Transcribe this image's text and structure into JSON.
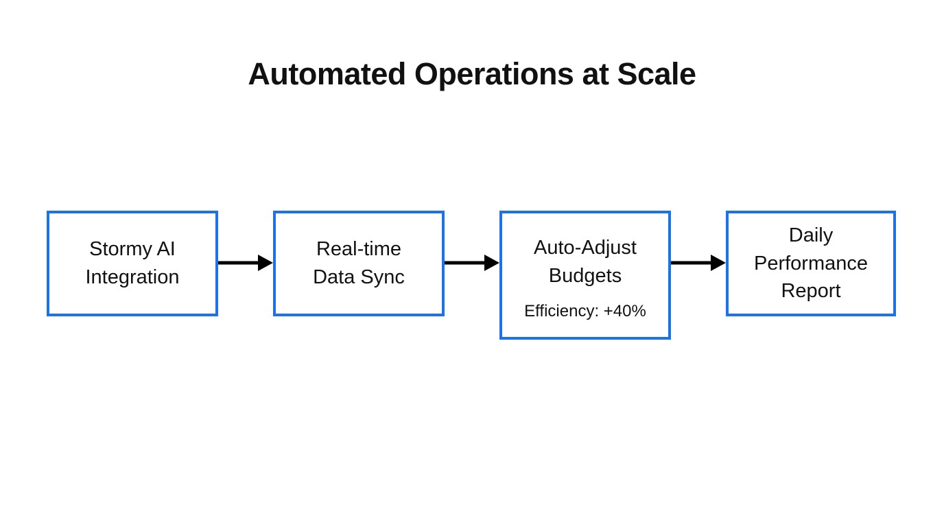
{
  "title": "Automated Operations at Scale",
  "colors": {
    "background": "#ffffff",
    "box_border": "#1a73e8",
    "box_fill": "#ffffff",
    "arrow": "#000000",
    "text": "#111111"
  },
  "flow": {
    "direction": "left-to-right",
    "nodes": [
      {
        "label": "Stormy AI\nIntegration"
      },
      {
        "label": "Real-time\nData Sync"
      },
      {
        "label": "Auto-Adjust\nBudgets",
        "sublabel": "Efficiency: +40%"
      },
      {
        "label": "Daily\nPerformance\nReport"
      }
    ]
  }
}
